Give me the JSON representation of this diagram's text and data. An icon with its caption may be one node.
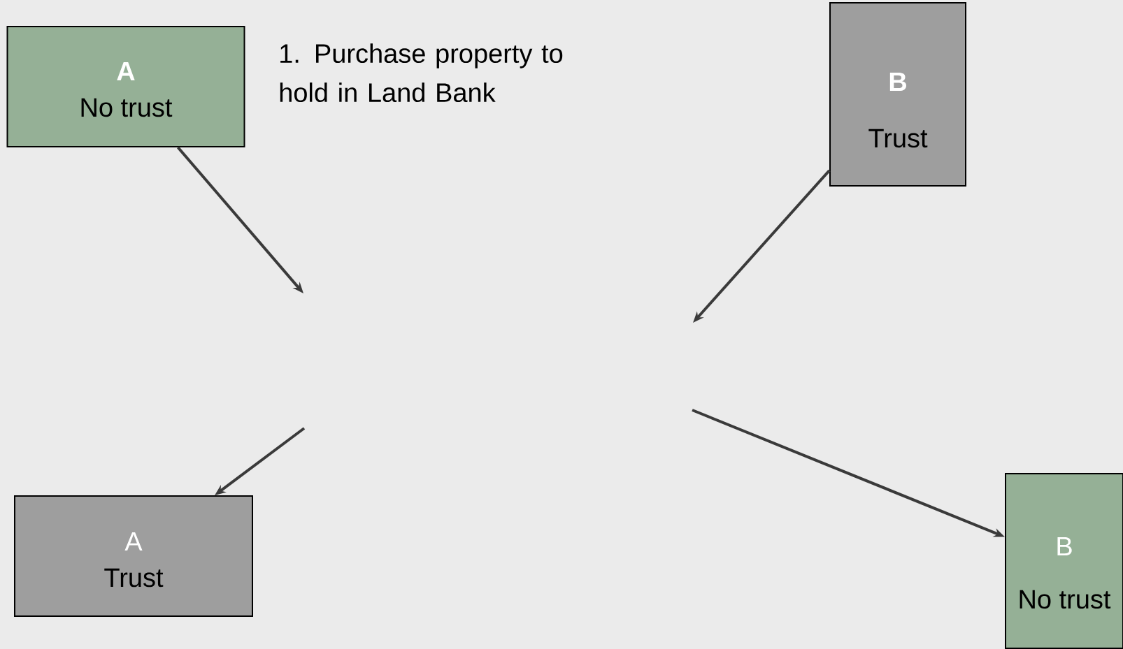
{
  "diagram": {
    "nodes": [
      {
        "text": [
          "A",
          "No trust"
        ]
      },
      {
        "text": [
          "B",
          "Trust"
        ]
      },
      {
        "text": [
          "A",
          "Trust"
        ]
      },
      {
        "text": [
          "B",
          "No trust"
        ]
      }
    ],
    "edges": [
      {
        "from": 0,
        "to": null,
        "arrow": "to"
      },
      {
        "from": 1,
        "to": null,
        "arrow": "to"
      },
      {
        "from": null,
        "to": 2,
        "arrow": "to"
      },
      {
        "from": null,
        "to": 3,
        "arrow": "to"
      }
    ],
    "labels": [
      "1. Purchase property to hold in Land Bank"
    ]
  }
}
